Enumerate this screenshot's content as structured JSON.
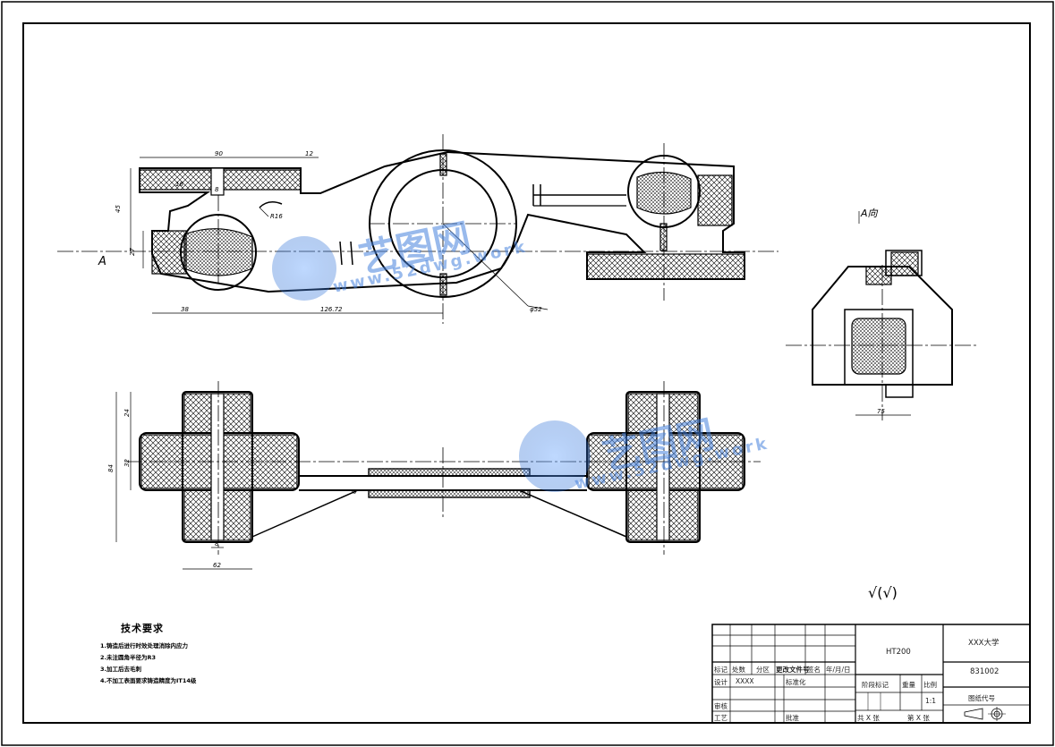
{
  "view_label_A": "A",
  "view_label_A_dir": "A向",
  "dims": {
    "d90": "90",
    "d12": "12",
    "d45": "45",
    "d8": "8",
    "d16": "16",
    "d27": "27",
    "d38": "38",
    "d126": "126.72",
    "r16": "R16",
    "phi52": "φ52",
    "d24": "24",
    "d32": "32",
    "d84": "84",
    "d62": "62",
    "d6": "6",
    "d75": "75",
    "d6b": "6",
    "d8b": "8"
  },
  "roughness": "√(√)",
  "tech_req": {
    "title": "技术要求",
    "items": [
      "1.铸造后进行时效处理消除内应力",
      "2.未注圆角半径为R3",
      "3.加工后去毛刺",
      "4.不加工表面要求铸造精度为IT14级"
    ]
  },
  "title_block": {
    "material": "HT200",
    "school": "XXX大学",
    "drawing_no": "831002",
    "drawing_code_label": "图纸代号",
    "row_labels": [
      "标记",
      "处数",
      "分区",
      "更改文件号",
      "签名",
      "年/月/日"
    ],
    "design": "设计",
    "designer": "XXXX",
    "standard": "标准化",
    "stage": "阶段标记",
    "weight": "重量",
    "scale_label": "比例",
    "scale": "1:1",
    "review": "审核",
    "craft": "工艺",
    "approve": "批准",
    "total": "共 X 张",
    "sheet": "第 X 张"
  },
  "watermark": {
    "brand": "艺图网",
    "url": "www.52dwg.work"
  }
}
